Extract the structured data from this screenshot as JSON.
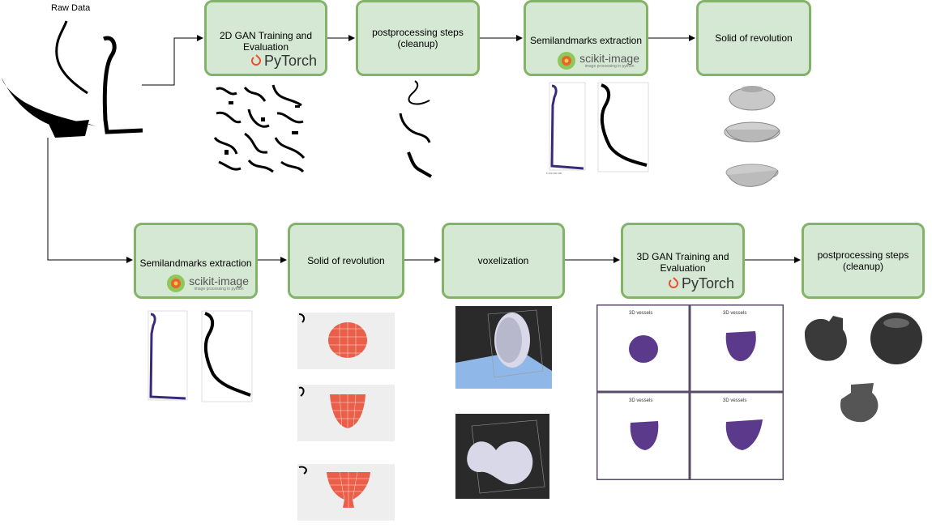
{
  "raw_label": "Raw Data",
  "top_row": [
    {
      "label": "2D GAN Training and\nEvaluation",
      "logo": "PyTorch"
    },
    {
      "label": "postprocessing steps\n(cleanup)"
    },
    {
      "label": "Semilandmarks extraction",
      "logo": "scikit-image",
      "logo_sub": "image processing in python"
    },
    {
      "label": "Solid of revolution"
    }
  ],
  "bottom_row": [
    {
      "label": "Semilandmarks extraction",
      "logo": "scikit-image",
      "logo_sub": "image processing in python"
    },
    {
      "label": "Solid of revolution"
    },
    {
      "label": "voxelization"
    },
    {
      "label": "3D GAN Training and\nEvaluation",
      "logo": "PyTorch"
    },
    {
      "label": "postprocessing steps\n(cleanup)"
    }
  ],
  "plot_titles": [
    "3D vessels",
    "3D vessels",
    "3D vessels",
    "3D vessels"
  ],
  "colors": {
    "box_fill": "#d5e8d4",
    "box_border": "#82b366",
    "pytorch": "#ee4c2c",
    "voxel_purple": "#5b3a8c",
    "mesh_red": "#e8452c"
  }
}
